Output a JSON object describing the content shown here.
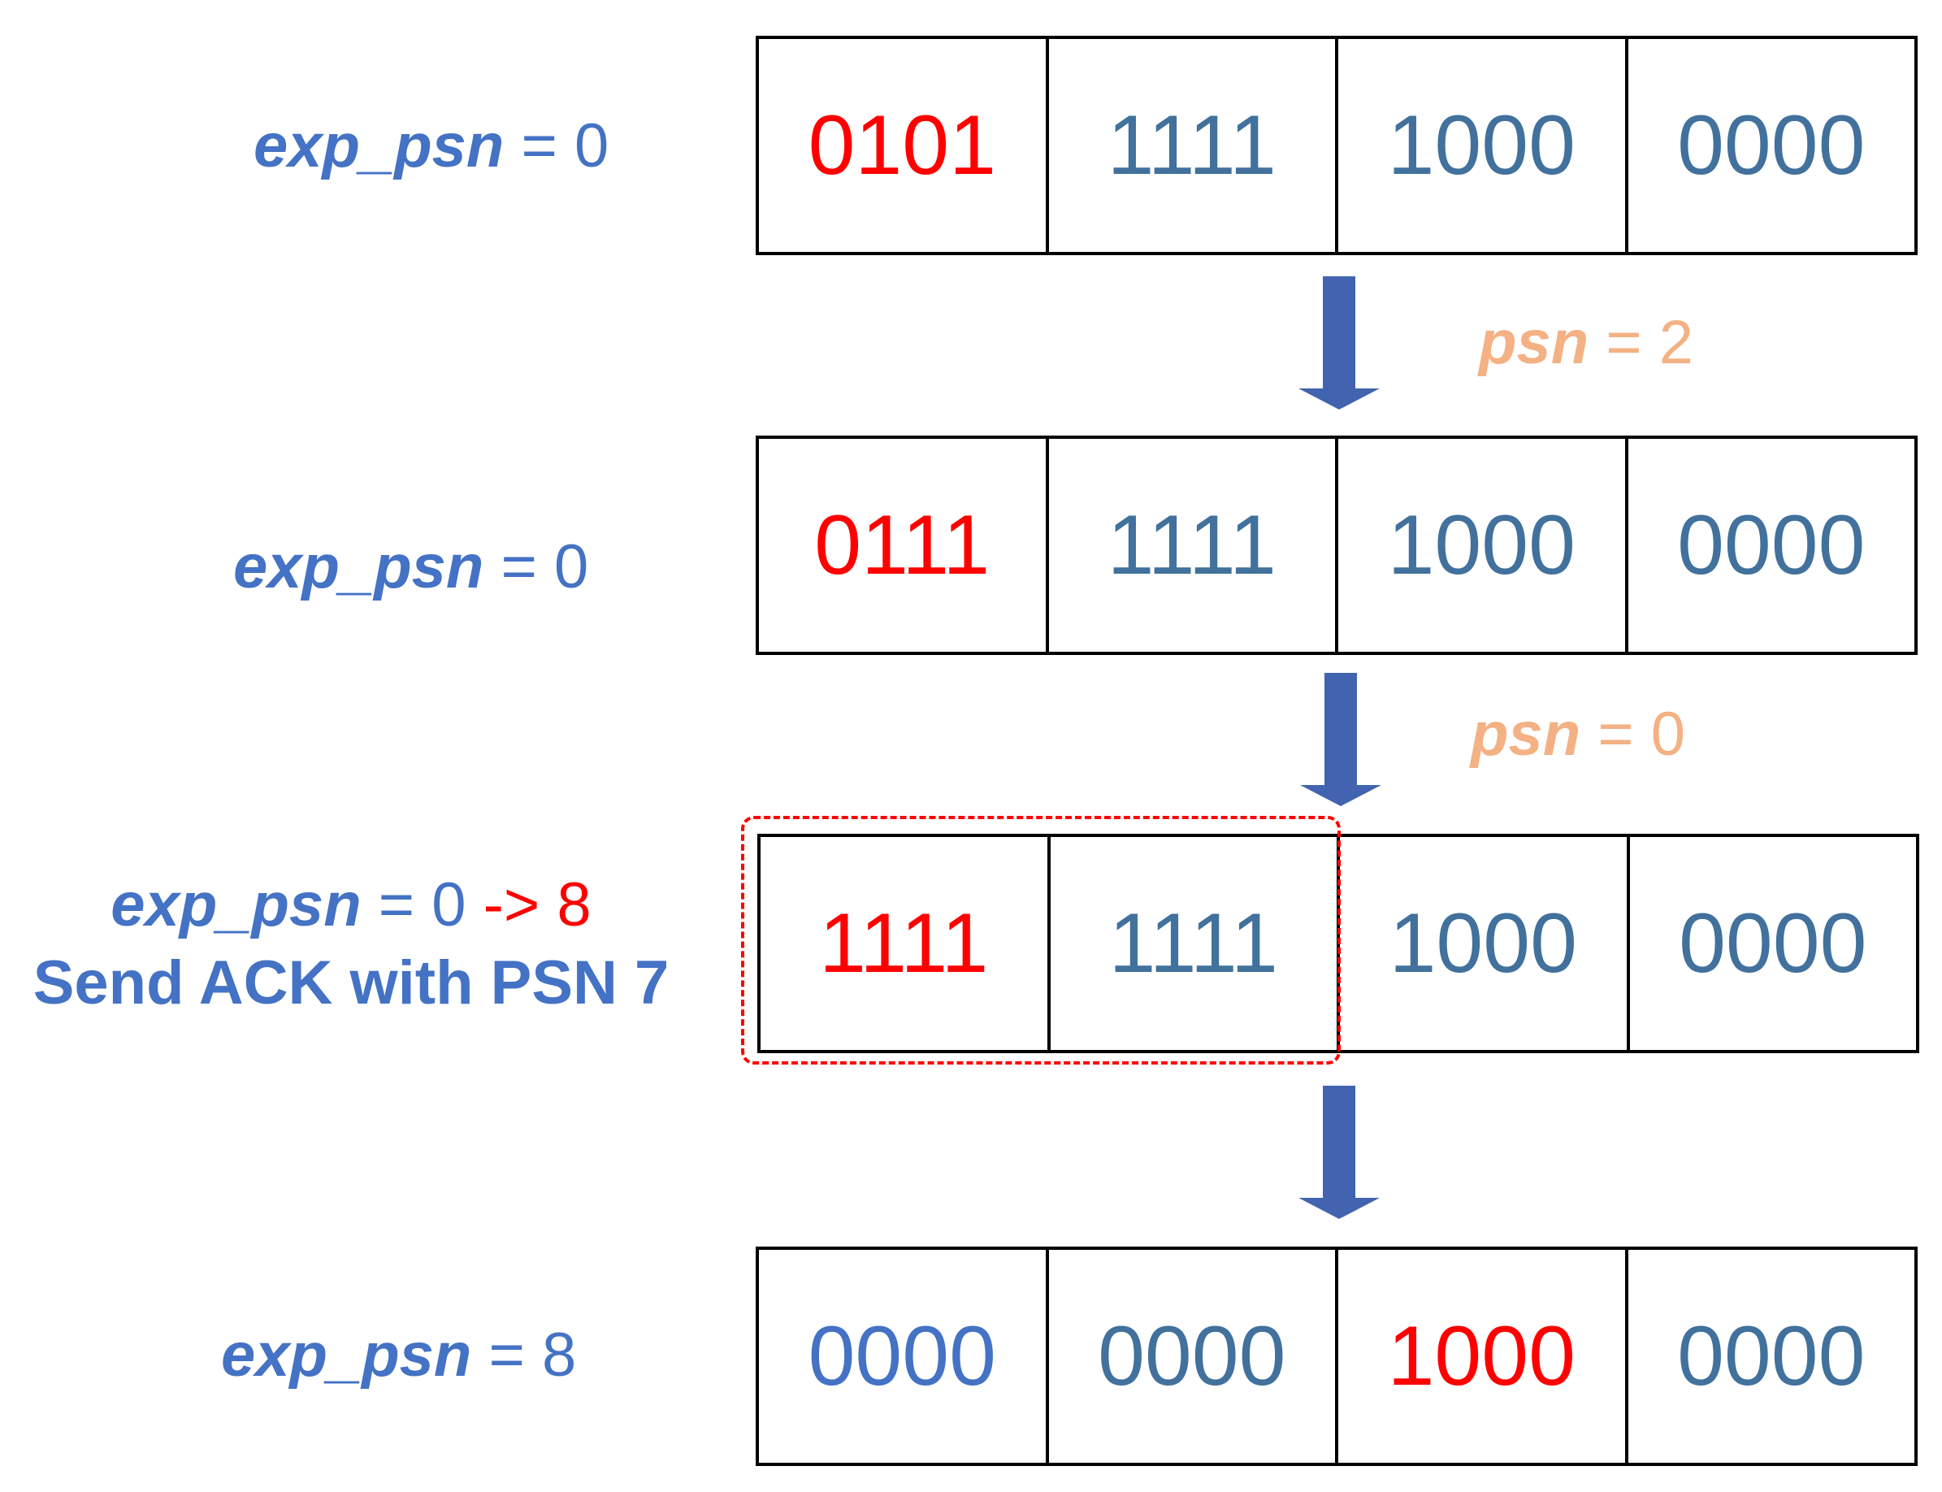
{
  "colors": {
    "label_blue": "#4472c4",
    "cell_text": "#41719c",
    "highlight_red": "#ff0000",
    "psn_orange": "#f4b183",
    "arrow_blue": "#4264b0",
    "border": "#000000"
  },
  "steps": [
    {
      "label": {
        "var": "exp_psn",
        "op": " = 0"
      },
      "cells": [
        "0101",
        "1111",
        "1000",
        "0000"
      ],
      "highlight_index": 0
    },
    {
      "label": {
        "var": "exp_psn",
        "op": " = 0"
      },
      "cells": [
        "0111",
        "1111",
        "1000",
        "0000"
      ],
      "highlight_index": 0
    },
    {
      "label": {
        "var": "exp_psn",
        "op": " = 0 ",
        "change": "-> 8",
        "line2": "Send ACK with PSN 7"
      },
      "cells": [
        "1111",
        "1111",
        "1000",
        "0000"
      ],
      "highlight_index": 0,
      "dashed_group": "cells 0-1"
    },
    {
      "label": {
        "var": "exp_psn",
        "op": " = 8"
      },
      "cells": [
        "0000",
        "0000",
        "1000",
        "0000"
      ],
      "highlight_index": 2
    }
  ],
  "transitions": [
    {
      "icon": "down-arrow-icon",
      "var": "psn",
      "op": " = 2"
    },
    {
      "icon": "down-arrow-icon",
      "var": "psn",
      "op": " = 0"
    },
    {
      "icon": "down-arrow-icon"
    }
  ]
}
